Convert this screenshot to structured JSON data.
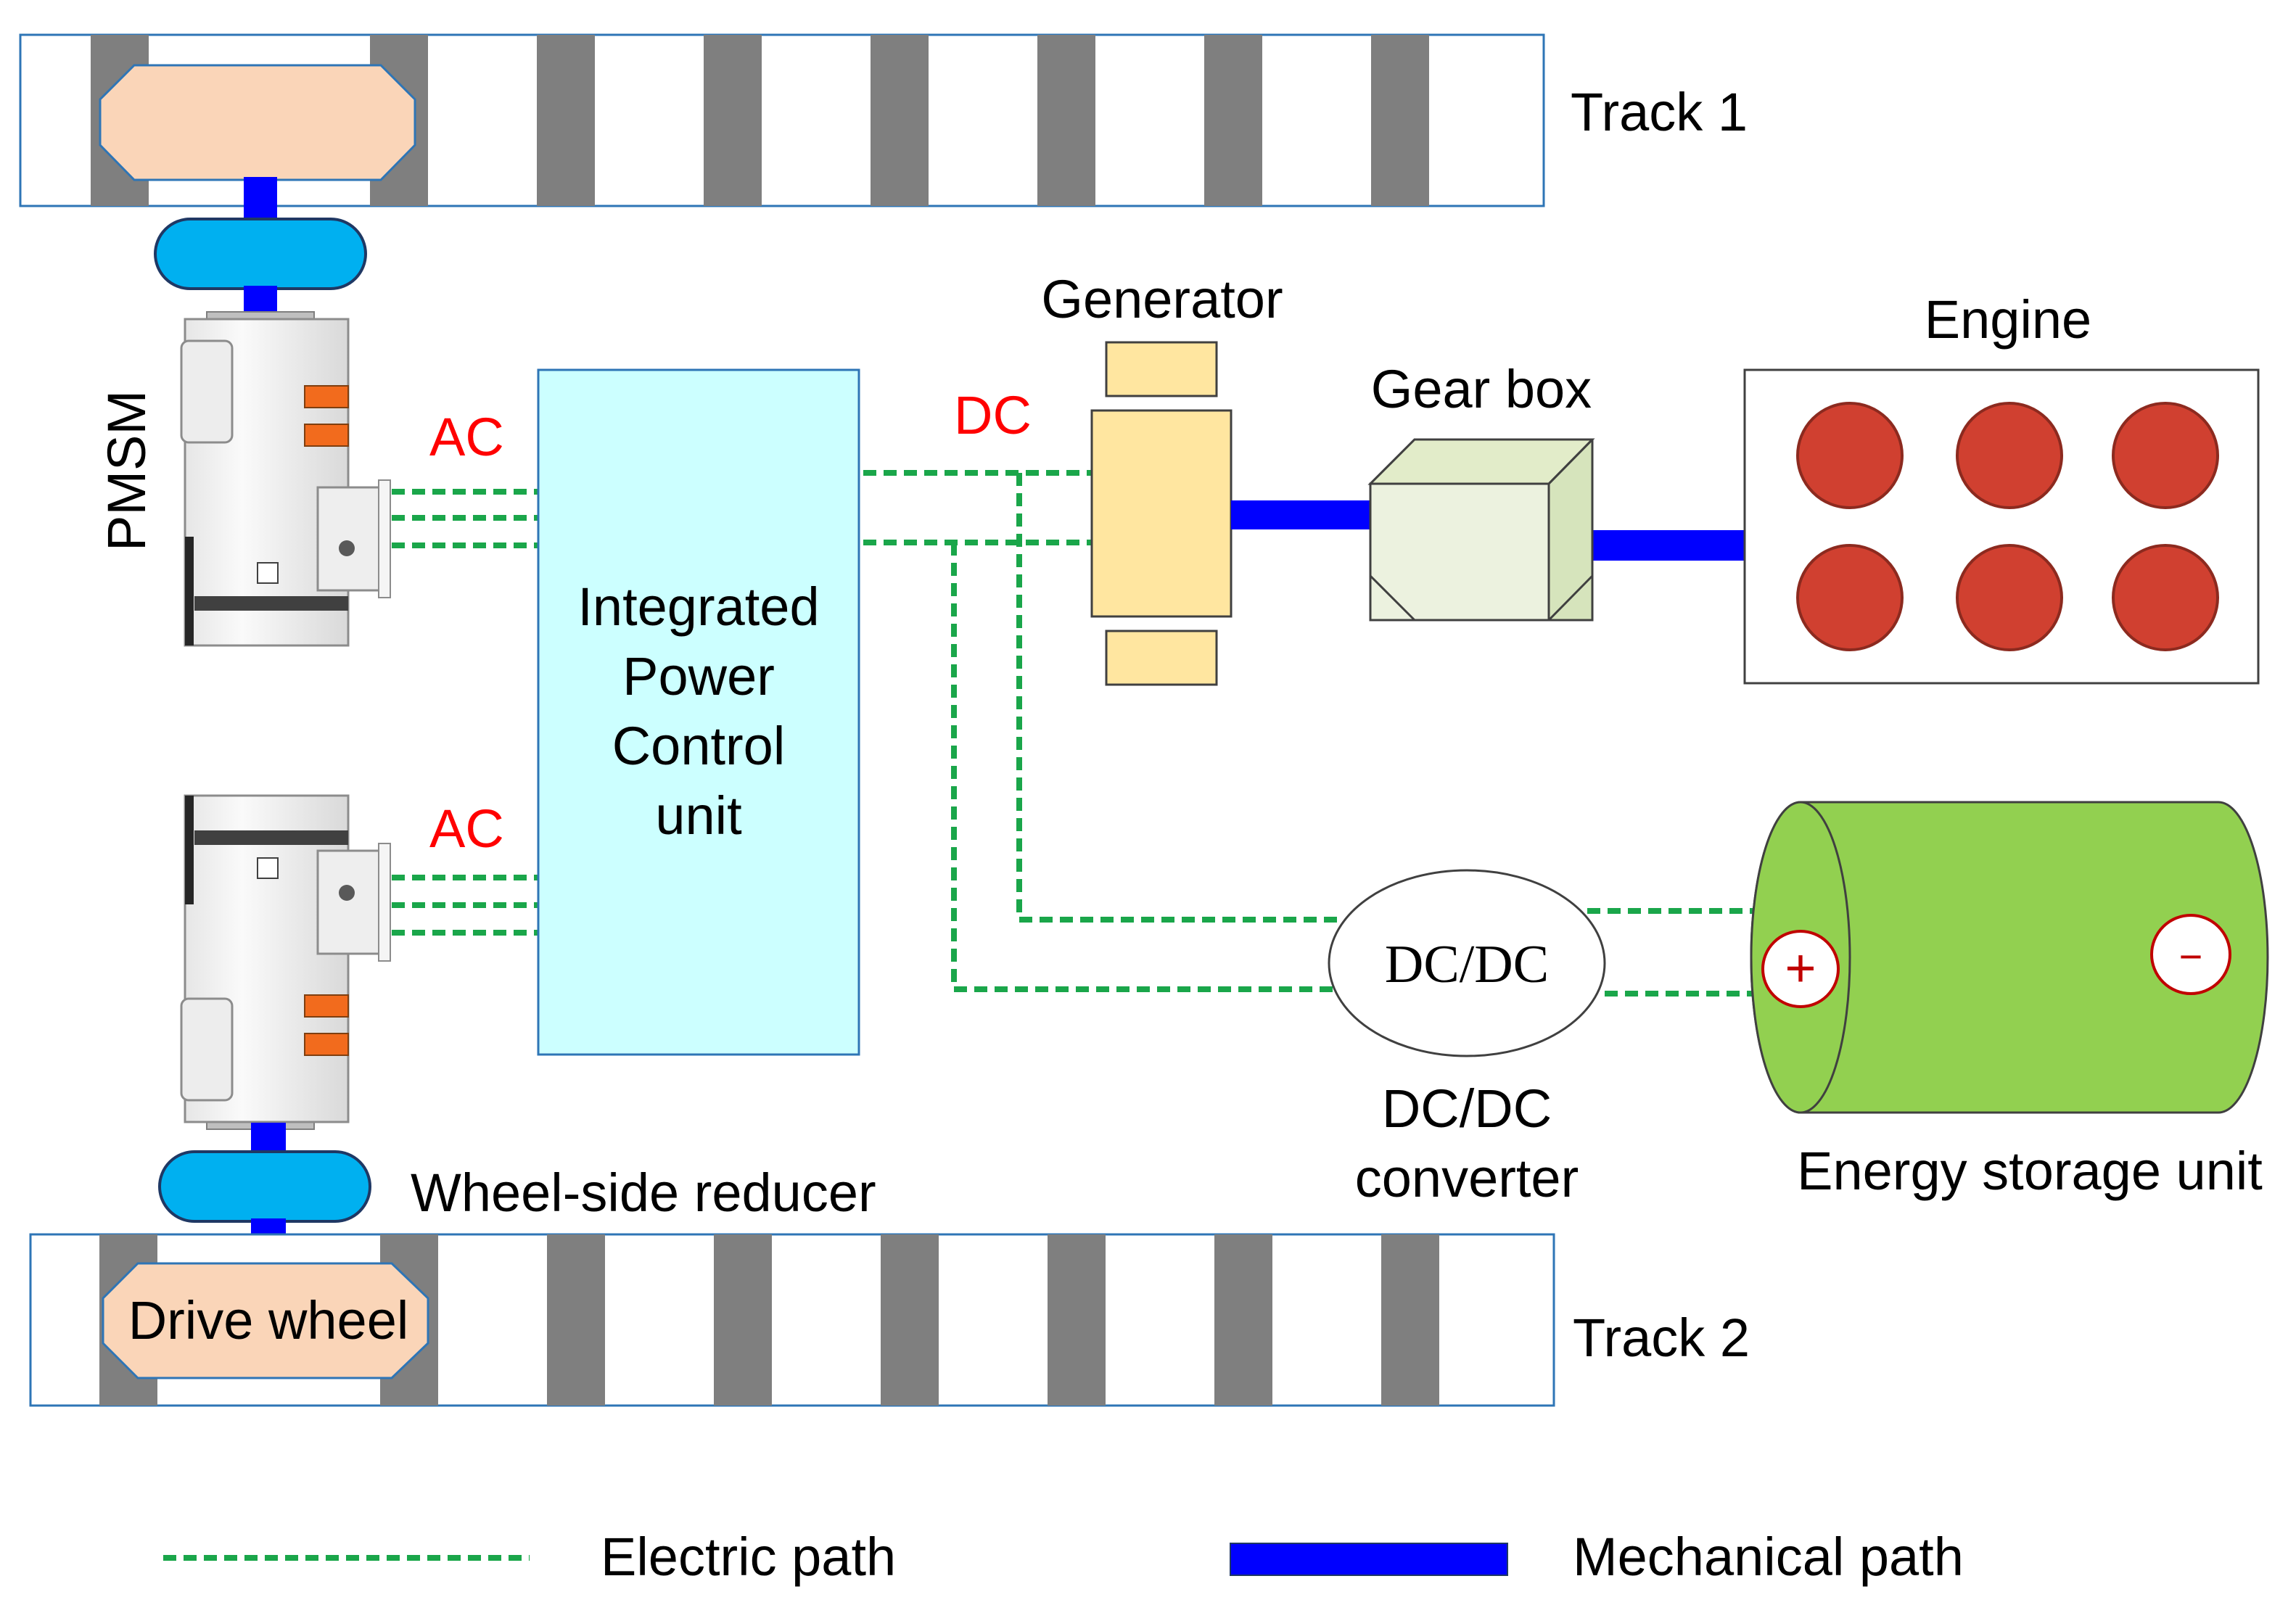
{
  "labels": {
    "track1": "Track 1",
    "track2": "Track 2",
    "pmsm": "PMSM",
    "ac_top": "AC",
    "ac_bottom": "AC",
    "dc": "DC",
    "ipcu": [
      "Integrated",
      "Power",
      "Control",
      "unit"
    ],
    "generator": "Generator",
    "gearbox": "Gear box",
    "engine": "Engine",
    "dcdc_inside": "DC/DC",
    "dcdc_caption": [
      "DC/DC",
      "converter"
    ],
    "energy_storage": "Energy storage unit",
    "wheel_reducer": "Wheel-side reducer",
    "drive_wheel": "Drive wheel",
    "plus": "+",
    "minus": "−"
  },
  "legend": {
    "electric": "Electric path",
    "mechanical": "Mechanical path"
  },
  "colors": {
    "electric_path": "#1aa64a",
    "mechanical_path": "#0000ff",
    "ipcu_fill": "#ccffff",
    "generator_fill": "#ffe6a0",
    "gearbox_fill": "#e8f0d8",
    "engine_cylinder": "#d04030",
    "battery_fill": "#92d050",
    "reducer_fill": "#00b0f0",
    "wheel_fill": "#fad5b8",
    "track_dark": "#7f7f7f",
    "ac_dc_text": "#ff0000"
  }
}
